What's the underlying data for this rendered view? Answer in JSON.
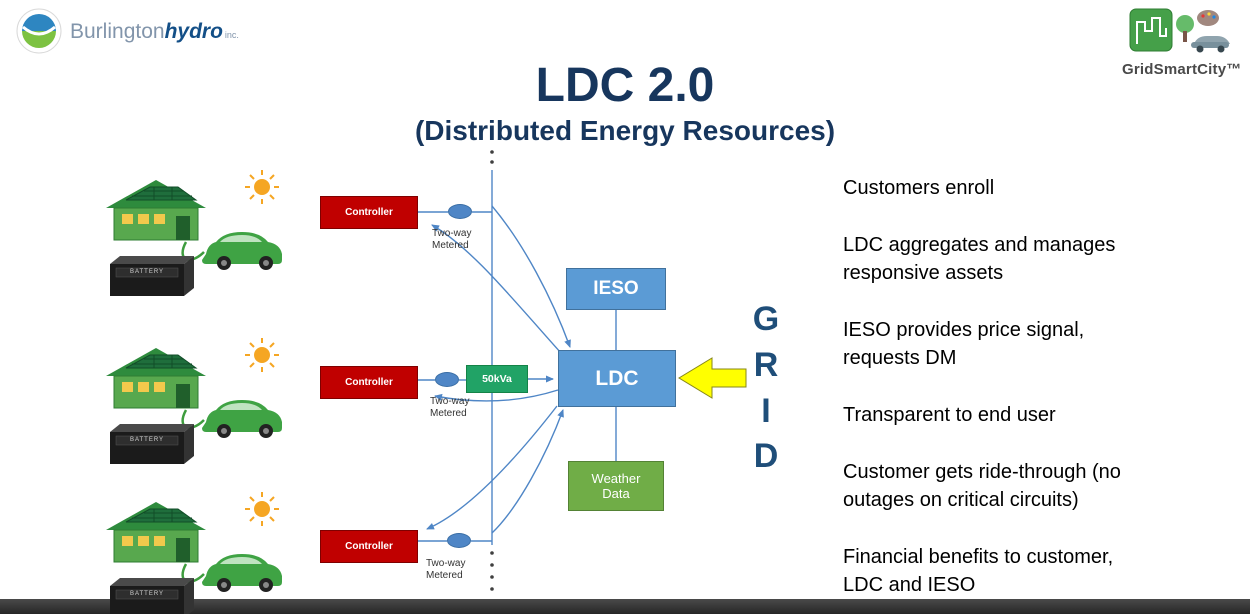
{
  "page": {
    "title_main": "LDC 2.0",
    "title_sub": "(Distributed Energy Resources)"
  },
  "logos": {
    "burlington": {
      "name": "Burlington",
      "bold": "hydro",
      "suffix": "inc."
    },
    "gridsmart": {
      "label": "GridSmartCity™"
    }
  },
  "diagram": {
    "controller_label": "Controller",
    "metered_label": "Two-way Metered",
    "transformer_label": "50kVa",
    "ieso_label": "IESO",
    "ldc_label": "LDC",
    "weather_label": "Weather Data",
    "grid_letters": [
      "G",
      "R",
      "I",
      "D"
    ],
    "battery_label": "BATTERY"
  },
  "bullets": [
    "Customers enroll",
    "LDC aggregates and manages\nresponsive assets",
    "IESO provides price signal,\nrequests DM",
    "Transparent to end user",
    "Customer gets ride-through (no\noutages on critical circuits)",
    "Financial benefits to customer,\nLDC and IESO"
  ],
  "colors": {
    "title_navy": "#17365D",
    "controller_red": "#C00000",
    "ldc_blue": "#5B9BD5",
    "transformer_green": "#21A366",
    "weather_green": "#70AD47",
    "grid_arrow_yellow": "#FFFF00",
    "connector_blue": "#4F86C6"
  }
}
